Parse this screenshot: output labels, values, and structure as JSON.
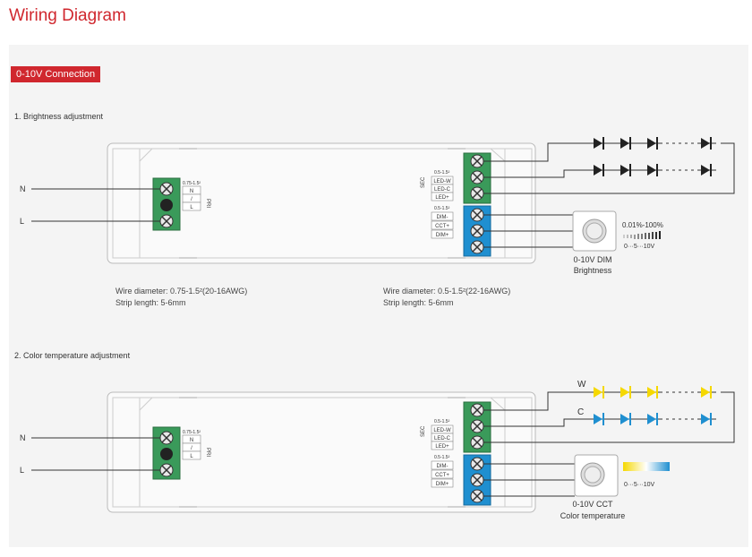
{
  "title": "Wiring Diagram",
  "connection_label": "0-10V Connection",
  "section1": {
    "title": "1. Brightness adjustment",
    "input_terminals": [
      "N",
      "/",
      "L"
    ],
    "input_wire_spec": "0.75-1.5²",
    "pri_label": "PRI",
    "input_lines": [
      "N",
      "L"
    ],
    "sec_label": "SEC",
    "output_wire_spec": "0.5-1.5²",
    "led_terminals": [
      "LED-W",
      "LED-C",
      "LED+"
    ],
    "dim_wire_spec": "0.5-1.5²",
    "dim_terminals": [
      "DIM-",
      "CCT+",
      "DIM+"
    ],
    "dimmer_name": "0-10V DIM",
    "dimmer_function": "Brightness",
    "range_label": "0.01%-100%",
    "scale_label": "0···5···10V",
    "note_left": [
      "Wire diameter: 0.75-1.5²(20-16AWG)",
      "Strip length: 5-6mm"
    ],
    "note_right": [
      "Wire diameter: 0.5-1.5²(22-16AWG)",
      "Strip length: 5-6mm"
    ]
  },
  "section2": {
    "title": "2. Color temperature adjustment",
    "input_terminals": [
      "N",
      "/",
      "L"
    ],
    "input_wire_spec": "0.75-1.5²",
    "pri_label": "PRI",
    "input_lines": [
      "N",
      "L"
    ],
    "sec_label": "SEC",
    "output_wire_spec": "0.5-1.5²",
    "led_terminals": [
      "LED-W",
      "LED-C",
      "LED+"
    ],
    "dim_wire_spec": "0.5-1.5²",
    "dim_terminals": [
      "DIM-",
      "CCT+",
      "DIM+"
    ],
    "channel_labels": [
      "W",
      "C"
    ],
    "dimmer_name": "0-10V CCT",
    "dimmer_function": "Color temperature",
    "scale_label": "0···5···10V"
  },
  "colors": {
    "accent": "#d0272e",
    "terminal_green": "#3a9a5a",
    "terminal_blue": "#1f8fd0",
    "led_warm": "#f5d800",
    "led_cool": "#1f8fd0",
    "led_black": "#222222"
  }
}
